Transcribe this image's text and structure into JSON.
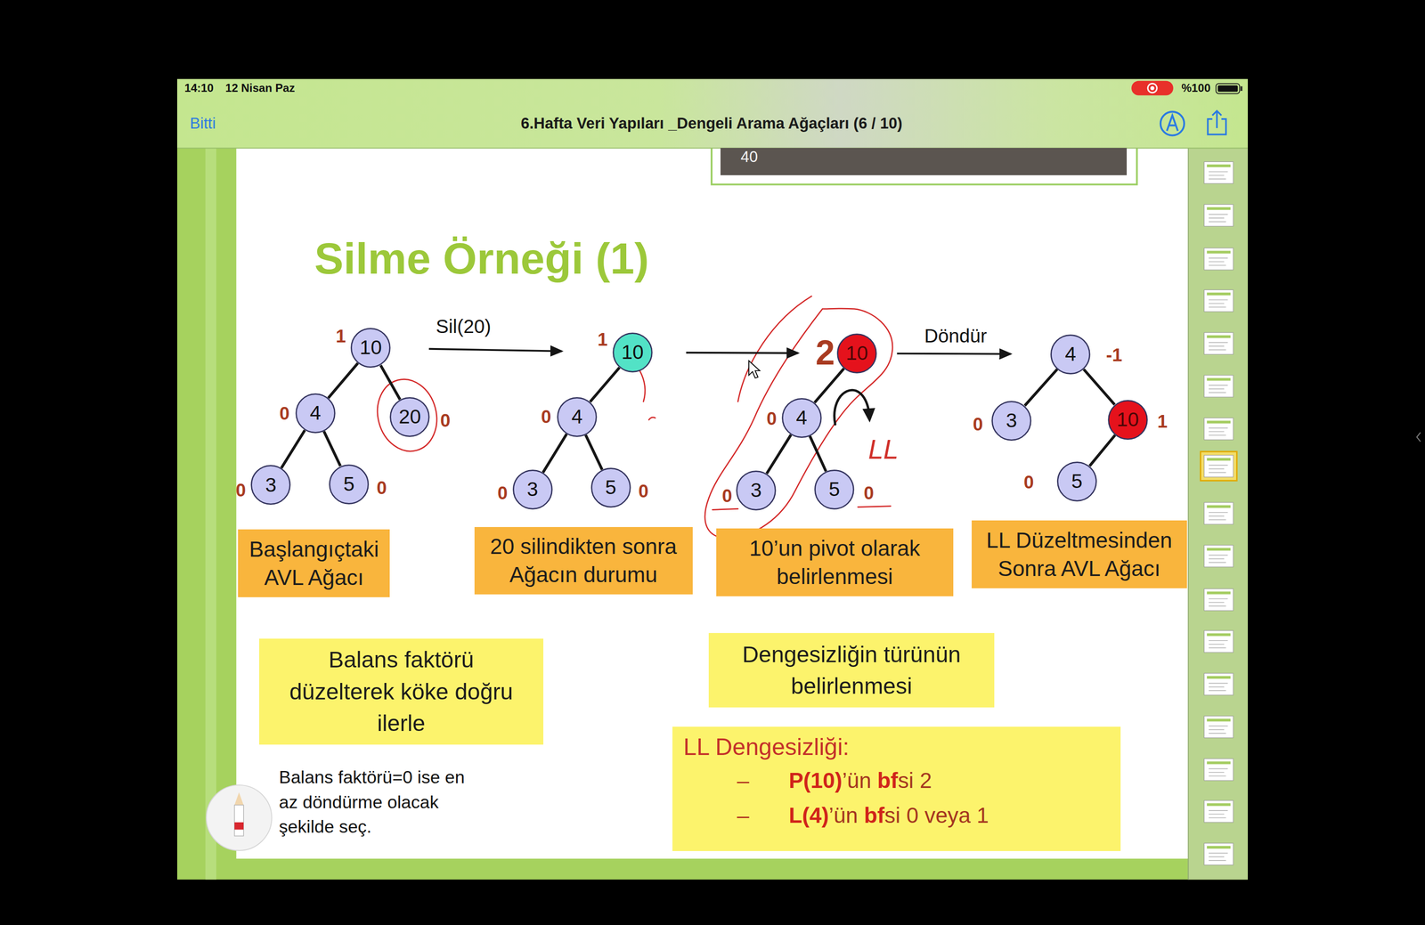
{
  "diagram": {
    "title": "Silme Örneği (1)",
    "nodes": [
      {
        "text": [
          "40"
        ]
      },
      {
        "text": [
          "10"
        ]
      },
      {
        "text": [
          "4"
        ]
      },
      {
        "text": [
          "20"
        ]
      },
      {
        "text": [
          "3"
        ]
      },
      {
        "text": [
          "5"
        ]
      },
      {
        "text": [
          "10"
        ]
      },
      {
        "text": [
          "4"
        ]
      },
      {
        "text": [
          "3"
        ]
      },
      {
        "text": [
          "5"
        ]
      },
      {
        "text": [
          "10"
        ]
      },
      {
        "text": [
          "4"
        ]
      },
      {
        "text": [
          "3"
        ]
      },
      {
        "text": [
          "5"
        ]
      },
      {
        "text": [
          "4"
        ]
      },
      {
        "text": [
          "3"
        ]
      },
      {
        "text": [
          "10"
        ]
      },
      {
        "text": [
          "5"
        ]
      },
      {
        "text": [
          "Başlangıçtaki AVL Ağacı"
        ]
      },
      {
        "text": [
          "20 silindikten sonra Ağacın durumu"
        ]
      },
      {
        "text": [
          "10’un pivot olarak belirlenmesi"
        ]
      },
      {
        "text": [
          "LL Düzeltmesinden Sonra AVL Ağacı"
        ]
      },
      {
        "text": [
          "Balans faktörü düzelterek köke doğru ilerle"
        ]
      },
      {
        "text": [
          "Dengesizliğin türünün belirlenmesi"
        ]
      },
      {
        "text": [
          "LL Dengesizliği:",
          "–",
          "P(10)’ün bfsi 2",
          "–",
          "L(4)’ün bfsi 0 veya 1"
        ]
      }
    ],
    "edges": [
      {
        "from": 1,
        "to": 2,
        "arrow": "none"
      },
      {
        "from": 1,
        "to": 3,
        "arrow": "none"
      },
      {
        "from": 2,
        "to": 4,
        "arrow": "none"
      },
      {
        "from": 2,
        "to": 5,
        "arrow": "none"
      },
      {
        "from": 6,
        "to": 7,
        "arrow": "none"
      },
      {
        "from": 7,
        "to": 8,
        "arrow": "none"
      },
      {
        "from": 7,
        "to": 9,
        "arrow": "none"
      },
      {
        "from": 10,
        "to": 11,
        "arrow": "none"
      },
      {
        "from": 11,
        "to": 12,
        "arrow": "none"
      },
      {
        "from": 11,
        "to": 13,
        "arrow": "none"
      },
      {
        "from": 14,
        "to": 15,
        "arrow": "none"
      },
      {
        "from": 14,
        "to": 16,
        "arrow": "none"
      },
      {
        "from": 16,
        "to": 17,
        "arrow": "none"
      },
      {
        "from": 1,
        "to": 6,
        "arrow": "to",
        "label": "Sil(20)"
      },
      {
        "from": 6,
        "to": 10,
        "arrow": "to"
      },
      {
        "from": 10,
        "to": 14,
        "arrow": "to",
        "label": "Döndür"
      }
    ],
    "labels": [
      "14:10",
      "12 Nisan Paz",
      "%100",
      "Bitti",
      "6.Hafta Veri Yapıları _Dengeli Arama Ağaçları (6 / 10)",
      "1",
      "0",
      "0",
      "0",
      "0",
      "1",
      "0",
      "0",
      "0",
      "2",
      "0",
      "0",
      "0",
      "-1",
      "0",
      "1",
      "0",
      "LL",
      "Balans faktörü=0 ise en az döndürme olacak şekilde seç."
    ]
  }
}
